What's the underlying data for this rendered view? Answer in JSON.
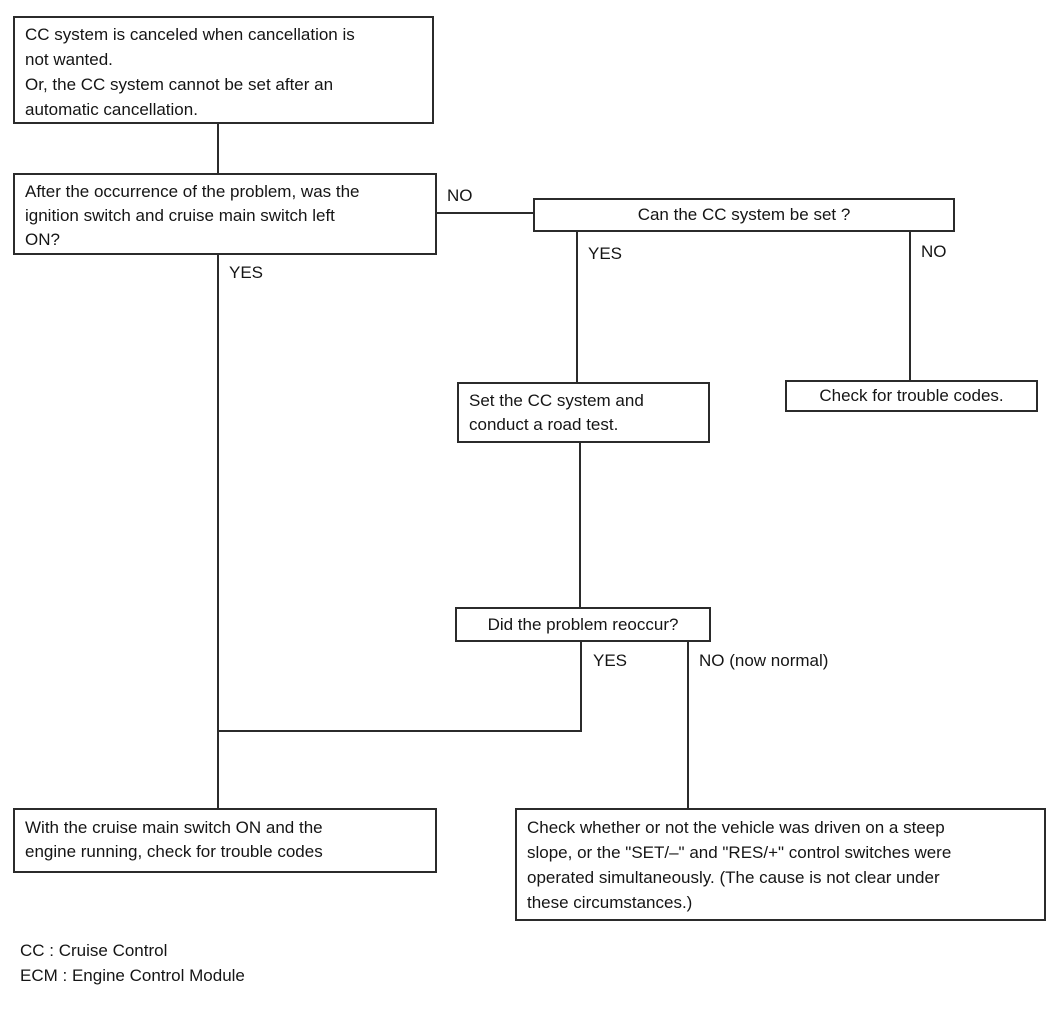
{
  "flowchart": {
    "title": "CC system cancellation troubleshooting flowchart",
    "colors": {
      "line": "#2b2b2b",
      "text": "#151515",
      "background": "#ffffff"
    },
    "nodes": {
      "symptom": {
        "text": "CC system is canceled when cancellation is\nnot wanted.\nOr, the CC system cannot be set after an\nautomatic cancellation."
      },
      "ignition_question": {
        "text": "After the occurrence of the problem, was the\nignition switch and cruise main switch left\nON?"
      },
      "can_set_question": {
        "text": "Can the CC system be set ?"
      },
      "set_road_test": {
        "text": "Set the CC system and\nconduct a road test."
      },
      "check_codes": {
        "text": "Check for trouble codes."
      },
      "reoccur_question": {
        "text": "Did the problem reoccur?"
      },
      "cruise_on_check": {
        "text": "With the cruise main switch ON and the\nengine running, check for trouble codes"
      },
      "steep_slope_check": {
        "text": "Check whether or not the vehicle was driven on a steep\nslope, or the \"SET/–\" and \"RES/+\" control switches were\noperated simultaneously. (The cause is not clear under\nthese circumstances.)"
      }
    },
    "labels": {
      "no_ignition": "NO",
      "yes_ignition": "YES",
      "yes_can_set": "YES",
      "no_can_set": "NO",
      "yes_reoccur": "YES",
      "no_reoccur": "NO (now normal)"
    },
    "legend": {
      "line1": "CC : Cruise Control",
      "line2": "ECM : Engine Control Module"
    }
  }
}
